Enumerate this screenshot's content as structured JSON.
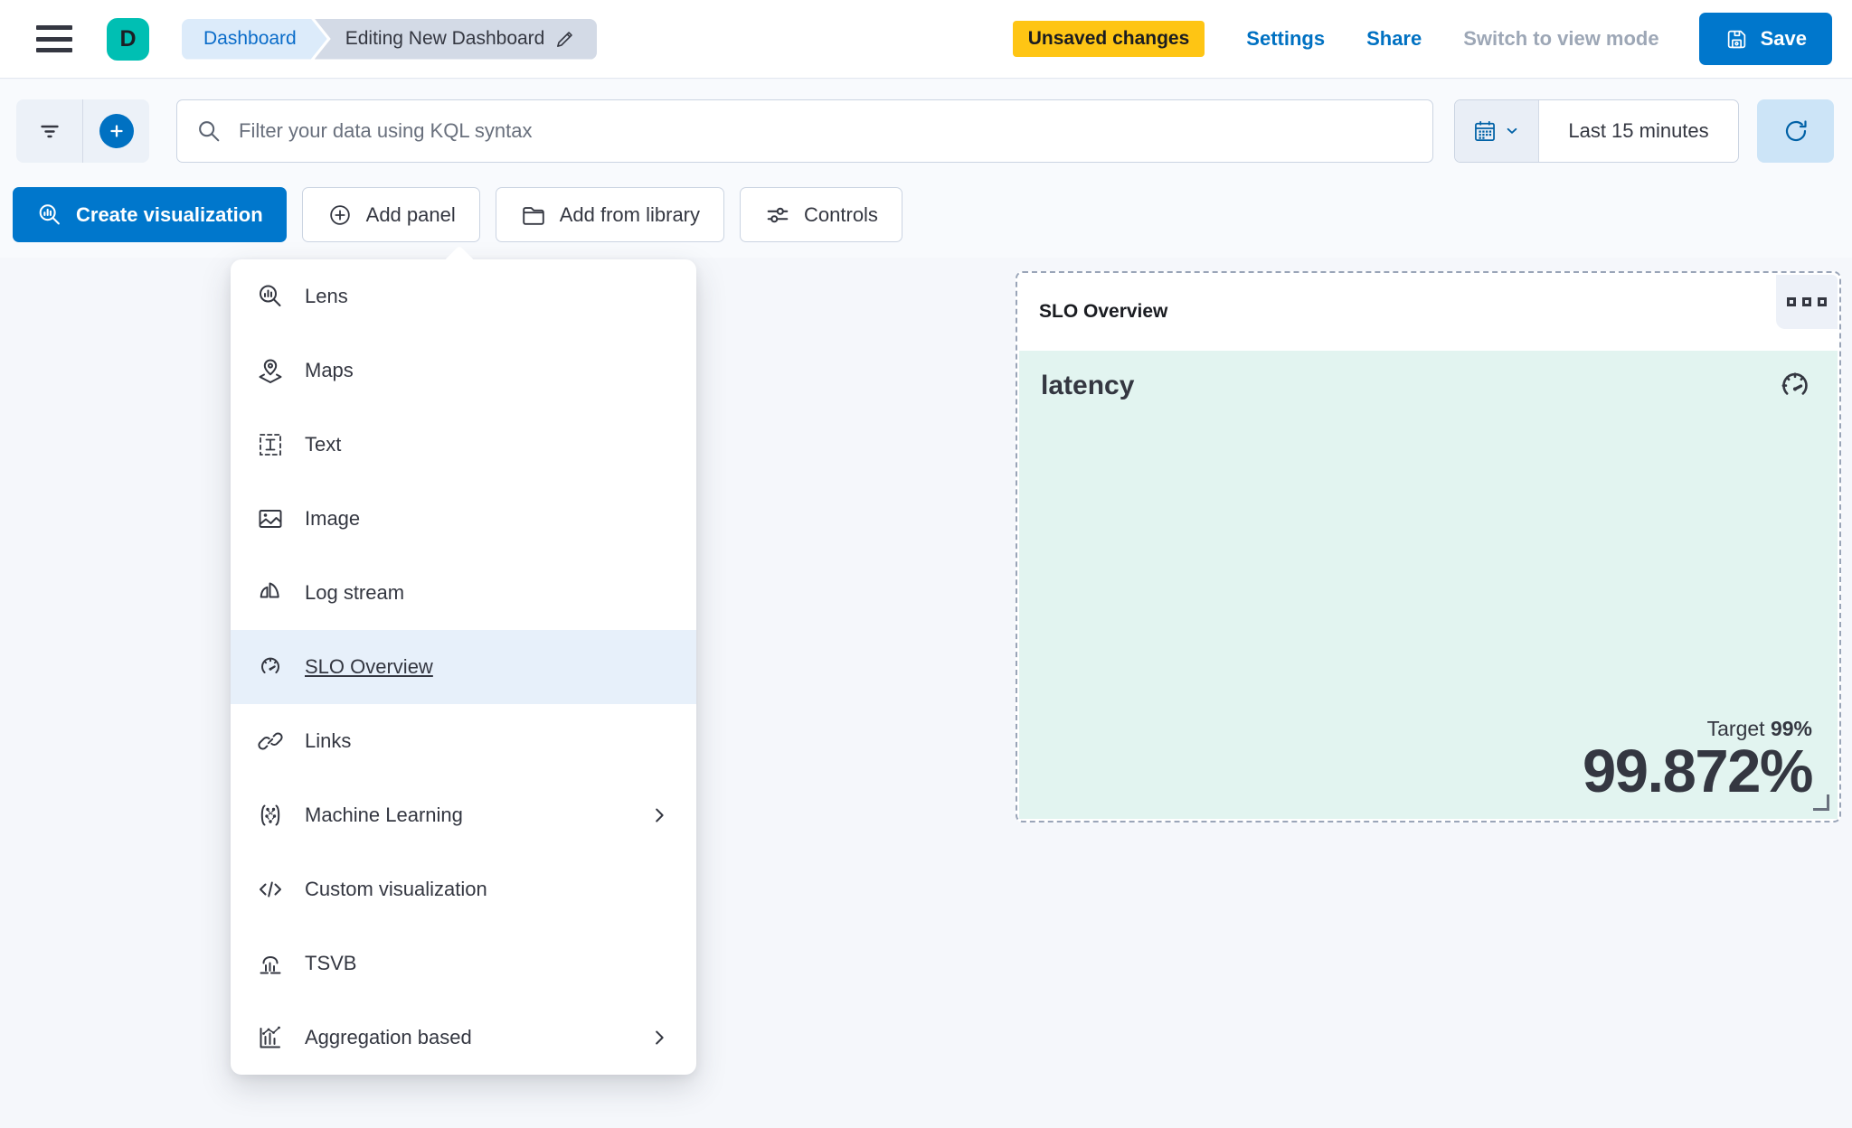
{
  "header": {
    "avatar_initial": "D",
    "breadcrumbs": [
      {
        "label": "Dashboard"
      },
      {
        "label": "Editing New Dashboard"
      }
    ],
    "unsaved_badge": "Unsaved changes",
    "settings_label": "Settings",
    "share_label": "Share",
    "view_mode_label": "Switch to view mode",
    "save_label": "Save"
  },
  "filter_bar": {
    "search_placeholder": "Filter your data using KQL syntax",
    "time_range": "Last 15 minutes",
    "icons": [
      "filter-icon",
      "add-filter-plus-icon",
      "search-icon",
      "calendar-icon",
      "chevron-down-icon",
      "refresh-icon"
    ]
  },
  "toolbar": {
    "create_visualization": "Create visualization",
    "add_panel": "Add panel",
    "add_from_library": "Add from library",
    "controls": "Controls"
  },
  "add_panel_menu": {
    "items": [
      {
        "label": "Lens",
        "icon": "lens-icon"
      },
      {
        "label": "Maps",
        "icon": "maps-icon"
      },
      {
        "label": "Text",
        "icon": "text-icon"
      },
      {
        "label": "Image",
        "icon": "image-icon"
      },
      {
        "label": "Log stream",
        "icon": "log-stream-icon"
      },
      {
        "label": "SLO Overview",
        "icon": "slo-gauge-icon",
        "highlighted": true
      },
      {
        "label": "Links",
        "icon": "links-icon"
      },
      {
        "label": "Machine Learning",
        "icon": "machine-learning-icon",
        "submenu": true
      },
      {
        "label": "Custom visualization",
        "icon": "code-icon"
      },
      {
        "label": "TSVB",
        "icon": "tsvb-icon"
      },
      {
        "label": "Aggregation based",
        "icon": "aggregation-icon",
        "submenu": true
      }
    ]
  },
  "slo_panel": {
    "title": "SLO Overview",
    "metric_name": "latency",
    "target_label": "Target",
    "target_value": "99%",
    "value": "99.872%",
    "icons": [
      "panel-options-icon",
      "gauge-icon"
    ]
  },
  "colors": {
    "primary_button": "#0077CC",
    "link_blue": "#0071C2",
    "warning_badge": "#FEC514",
    "avatar_teal": "#00BFB3",
    "healthy_slo_bg": "#E2F4F0",
    "menu_highlight_bg": "#E7F0FA",
    "text": "#343741",
    "muted_text": "#98A2B3"
  }
}
